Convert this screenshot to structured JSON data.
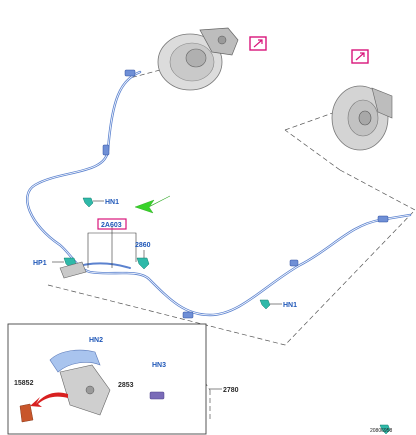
{
  "callouts": {
    "hn1_upper": "HN1",
    "hn1_lower": "HN1",
    "hp1": "HP1",
    "part_2a603": "2A603",
    "part_2860": "2860",
    "part_2780": "2780",
    "hn2": "HN2",
    "hn3": "HN3",
    "part_2853": "2853",
    "part_15852": "15852"
  },
  "reference_code": "20806958",
  "colors": {
    "cable": "#5b82cf",
    "callout_text": "#1f57b8",
    "highlight_box": "#d8157a",
    "clip": "#2fb9a9",
    "arrow_green": "#39d32a",
    "arrow_red": "#d82020",
    "bracket": "#c8562b"
  },
  "icons": [
    "external-link-icon",
    "external-link-icon"
  ]
}
